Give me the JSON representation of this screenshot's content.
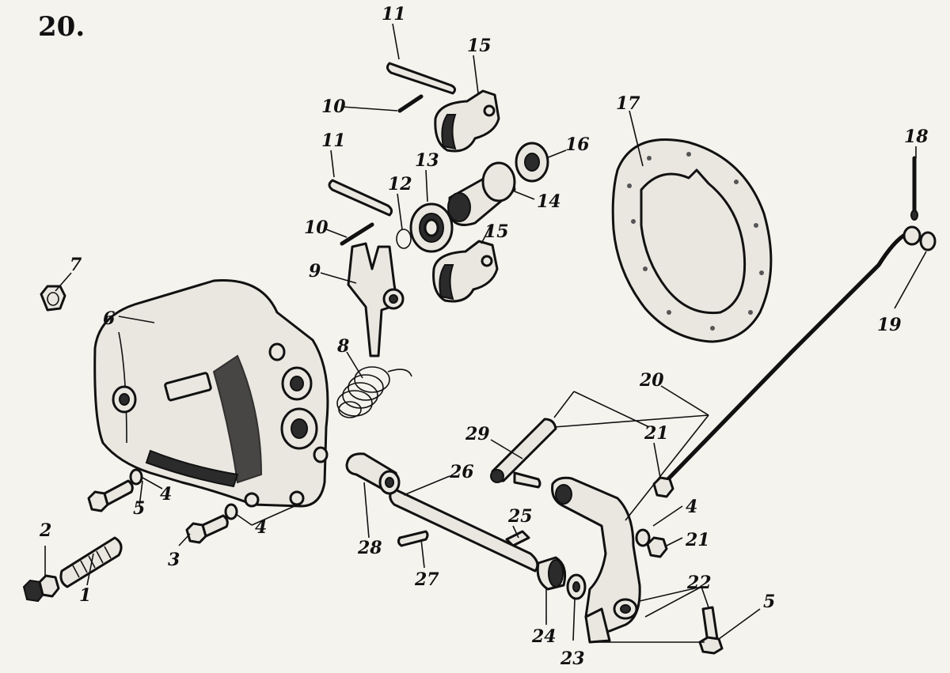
{
  "figure_number": "20.",
  "labels": {
    "l1": "1",
    "l2": "2",
    "l3": "3",
    "l4a": "4",
    "l4b": "4",
    "l4c": "4",
    "l5a": "5",
    "l5b": "5",
    "l6": "6",
    "l7": "7",
    "l8": "8",
    "l9": "9",
    "l10a": "10",
    "l10b": "10",
    "l11a": "11",
    "l11b": "11",
    "l12": "12",
    "l13": "13",
    "l14": "14",
    "l15a": "15",
    "l15b": "15",
    "l16": "16",
    "l17": "17",
    "l18": "18",
    "l19": "19",
    "l20": "20",
    "l21a": "21",
    "l21b": "21",
    "l22": "22",
    "l23": "23",
    "l24": "24",
    "l25": "25",
    "l26": "26",
    "l27": "27",
    "l28": "28",
    "l29": "29"
  }
}
